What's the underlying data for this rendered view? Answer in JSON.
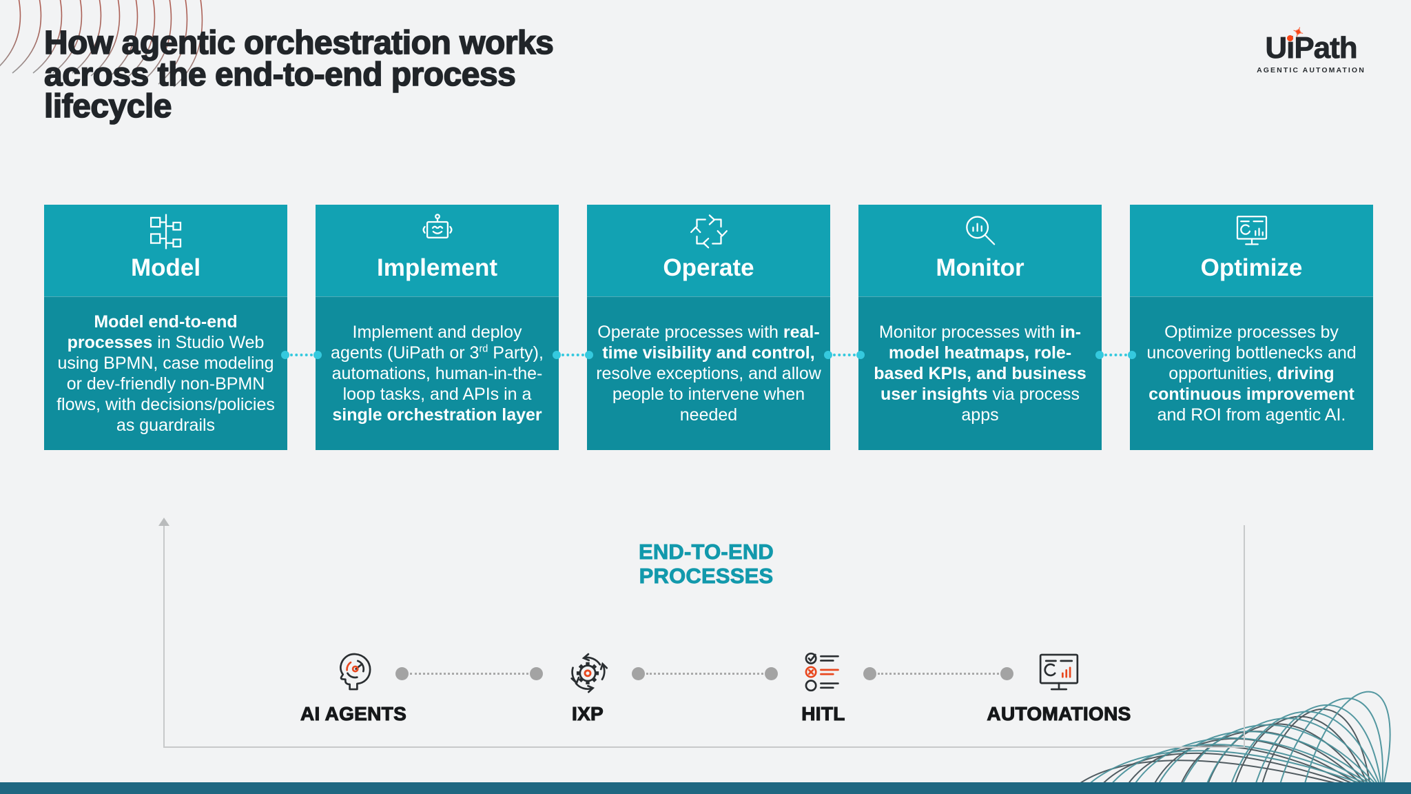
{
  "title": "How agentic orchestration works\nacross the end-to-end process\nlifecycle",
  "logo": {
    "brand": {
      "u": "U",
      "i": "i",
      "path": "Path"
    },
    "tagline": "AGENTIC AUTOMATION"
  },
  "cards": [
    {
      "icon": "model-icon",
      "title": "Model",
      "body": [
        {
          "text": "Model end-to-end processes",
          "bold": true
        },
        {
          "text": " in Studio Web using BPMN, case modeling or dev-friendly non-BPMN flows, with decisions/policies as guardrails"
        }
      ]
    },
    {
      "icon": "implement-icon",
      "title": "Implement",
      "body": [
        {
          "text": "Implement and deploy agents (UiPath or 3"
        },
        {
          "text": "rd",
          "sup": true
        },
        {
          "text": " Party), automations, human-in-the-loop tasks, and APIs in a "
        },
        {
          "text": "single orchestration layer",
          "bold": true
        }
      ]
    },
    {
      "icon": "operate-icon",
      "title": "Operate",
      "body": [
        {
          "text": "Operate processes with "
        },
        {
          "text": "real-time visibility and control,",
          "bold": true
        },
        {
          "text": " resolve exceptions, and allow people to intervene when needed"
        }
      ]
    },
    {
      "icon": "monitor-icon",
      "title": "Monitor",
      "body": [
        {
          "text": "Monitor processes with "
        },
        {
          "text": "in-model heatmaps, role-based KPIs, and business user insights",
          "bold": true
        },
        {
          "text": " via process apps"
        }
      ]
    },
    {
      "icon": "optimize-icon",
      "title": "Optimize",
      "body": [
        {
          "text": "Optimize processes by uncovering bottlenecks and opportunities, "
        },
        {
          "text": "driving continuous improvement",
          "bold": true
        },
        {
          "text": " and ROI from agentic AI."
        }
      ]
    }
  ],
  "diagram": {
    "heading": "END-TO-END\nPROCESSES",
    "items": [
      {
        "icon": "ai-agents-icon",
        "label": "AI AGENTS"
      },
      {
        "icon": "ixp-icon",
        "label": "IXP"
      },
      {
        "icon": "hitl-icon",
        "label": "HITL"
      },
      {
        "icon": "automations-icon",
        "label": "AUTOMATIONS"
      }
    ]
  },
  "colors": {
    "card_header_teal": "#12a2b3",
    "card_body_teal": "#0f8d9d",
    "connector_cyan": "#35c9de",
    "heading_teal": "#1299ac",
    "footer_teal": "#1f6781",
    "accent_orange": "#fa4616",
    "icon_dark": "#2a2e31",
    "icon_orange": "#e8481f",
    "title_dark": "#212529",
    "background": "#f2f3f4",
    "axis_gray": "#c7c9ca",
    "timeline_gray": "#a3a3a3"
  }
}
